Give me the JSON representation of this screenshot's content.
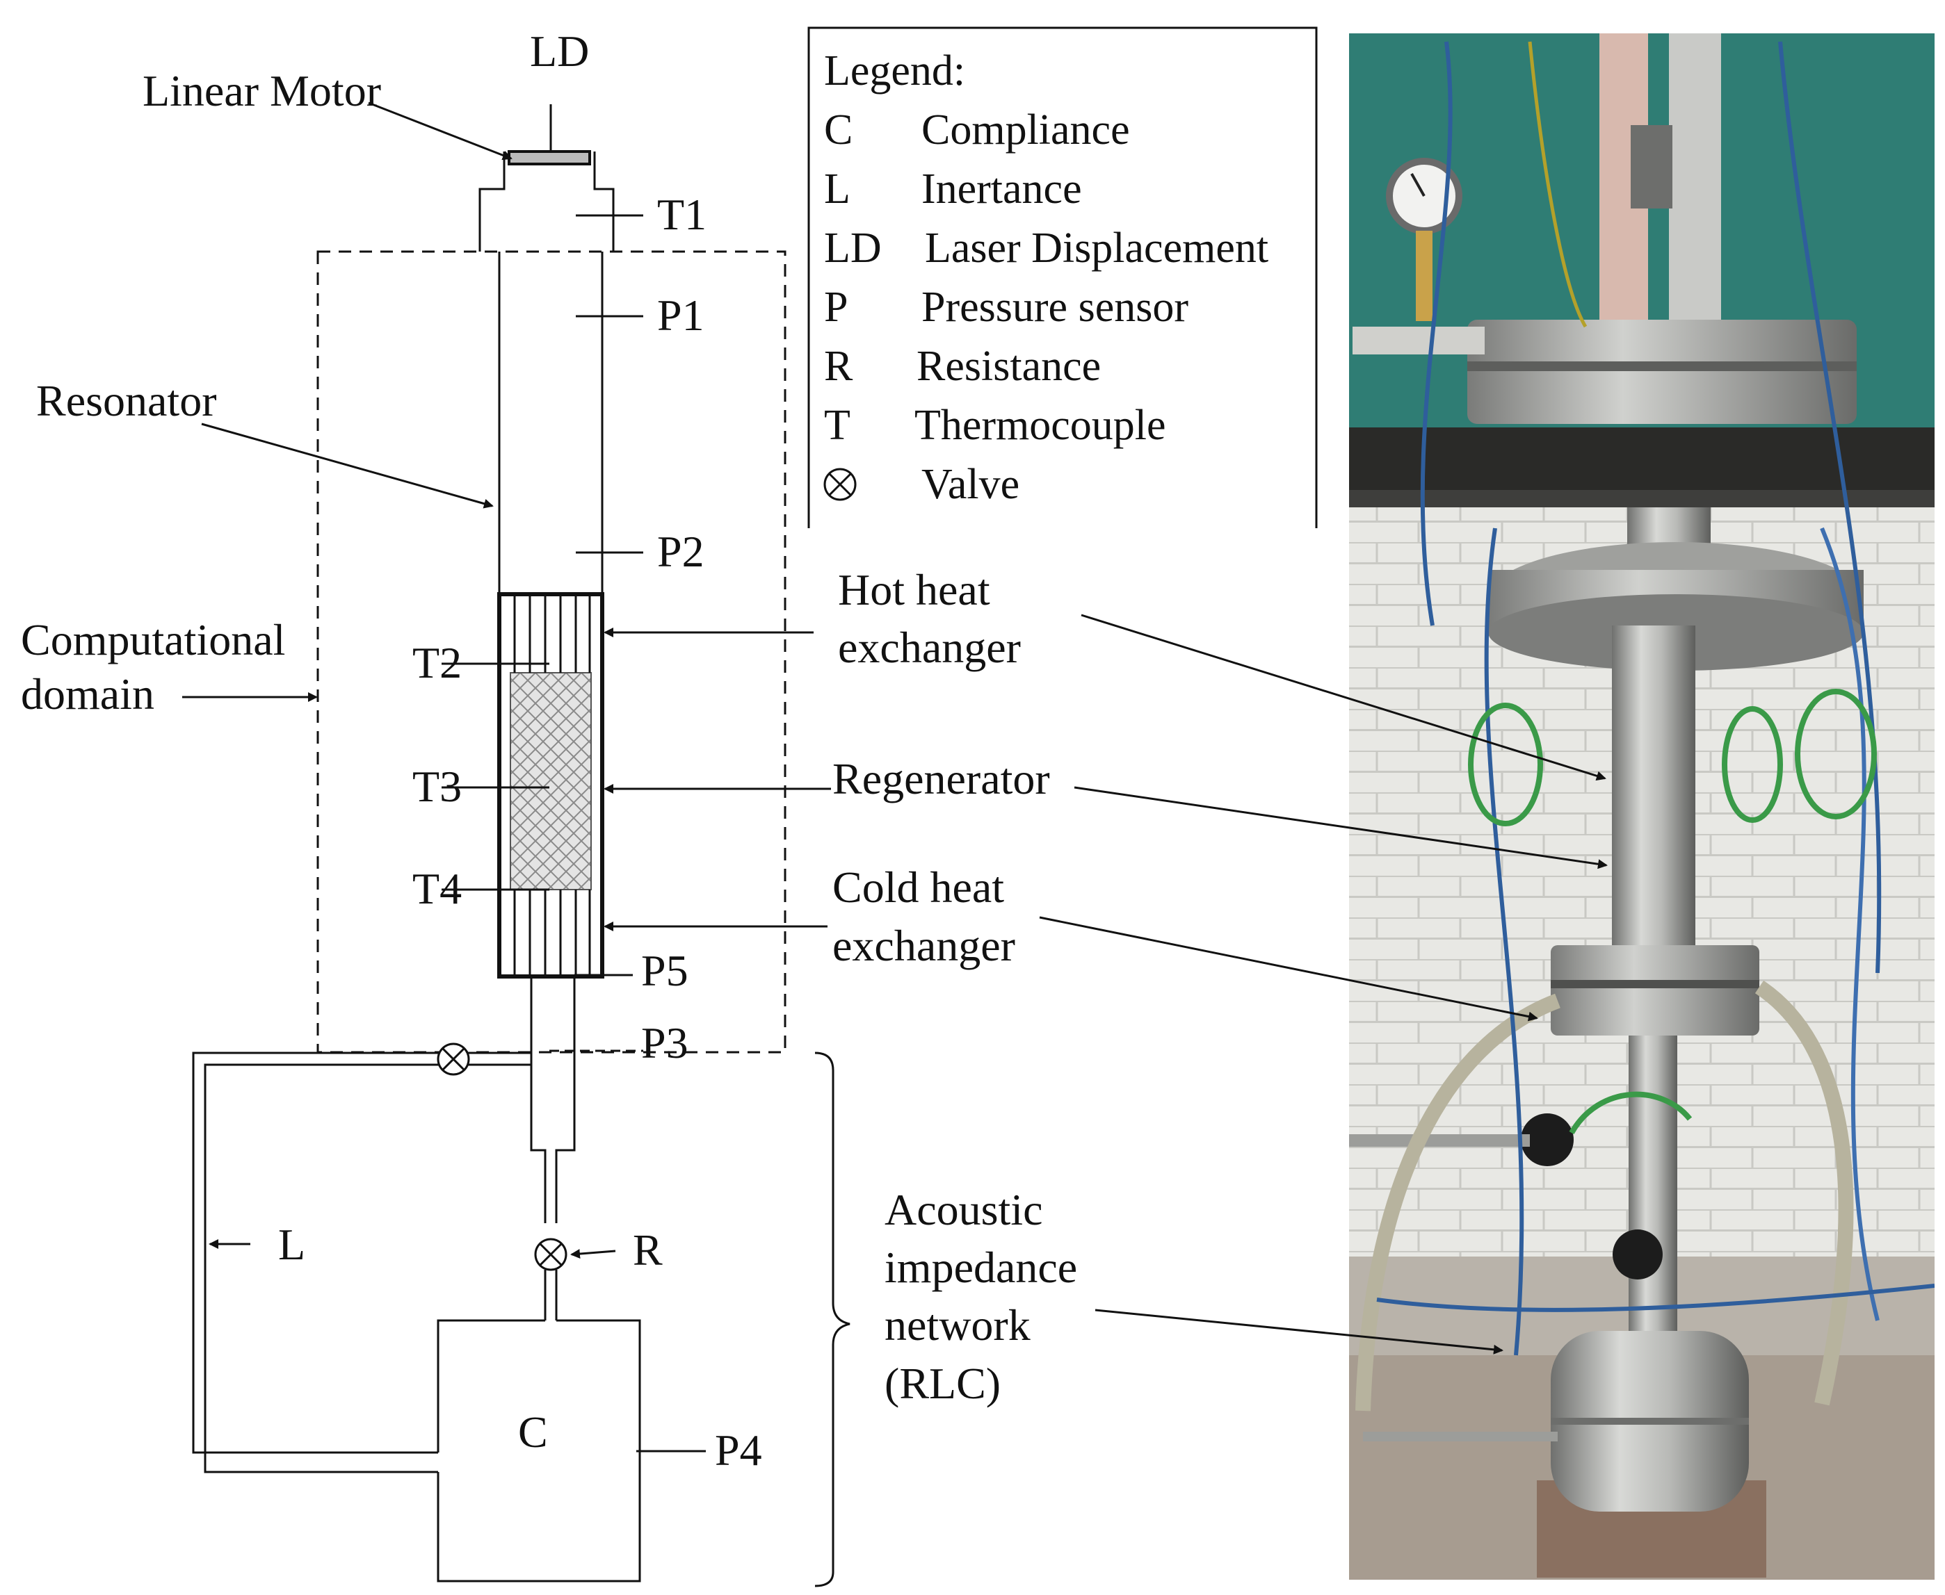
{
  "labels": {
    "ld": "LD",
    "linear_motor": "Linear Motor",
    "t1": "T1",
    "p1": "P1",
    "resonator": "Resonator",
    "p2": "P2",
    "computational_1": "Computational",
    "computational_2": "domain",
    "t2": "T2",
    "t3": "T3",
    "t4": "T4",
    "p5": "P5",
    "p3": "P3",
    "l": "L",
    "r": "R",
    "c": "C",
    "p4": "P4",
    "hot_1": "Hot heat",
    "hot_2": "exchanger",
    "regenerator": "Regenerator",
    "cold_1": "Cold heat",
    "cold_2": "exchanger",
    "acoustic_1": "Acoustic",
    "acoustic_2": "impedance",
    "acoustic_3": "network",
    "acoustic_4": "(RLC)"
  },
  "legend": {
    "title": "Legend:",
    "items": [
      {
        "key": "C",
        "text": "Compliance"
      },
      {
        "key": "L",
        "text": "Inertance"
      },
      {
        "key": "LD",
        "text": "Laser Displacement"
      },
      {
        "key": "P",
        "text": "Pressure sensor"
      },
      {
        "key": "R",
        "text": "Resistance"
      },
      {
        "key": "T",
        "text": "Thermocouple"
      },
      {
        "key": "",
        "text": "Valve"
      }
    ]
  },
  "colors": {
    "wall_green": "#2f7d74",
    "brick_white": "#e6e6e2",
    "steel": "#a9aaa8",
    "floor_brown": "#8a7060",
    "wire_blue": "#2f5e9c",
    "wire_green": "#3a9a48"
  }
}
